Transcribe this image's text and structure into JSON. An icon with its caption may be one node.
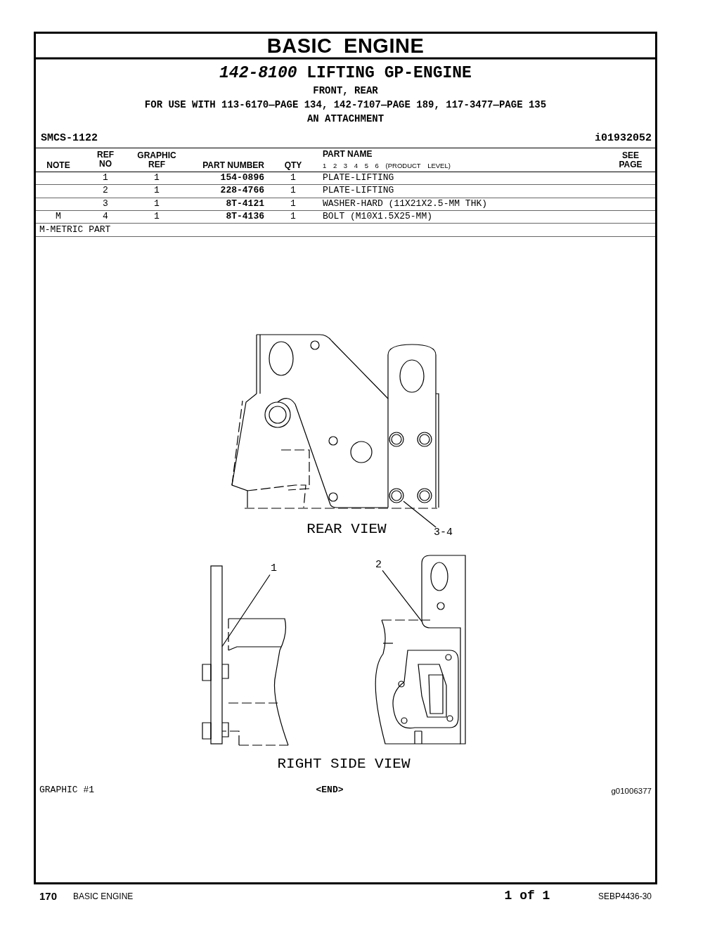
{
  "diagram": {
    "title": "BASIC ENGINE",
    "nodes": [
      {
        "text": [
          "3-4"
        ]
      },
      {
        "text": [],
        "shape": "picture"
      },
      {
        "text": [
          "1"
        ]
      },
      {
        "text": [],
        "shape": "bar"
      },
      {
        "text": [
          "2"
        ]
      },
      {
        "text": [],
        "shape": "picture"
      }
    ],
    "edges": [
      {
        "from": 0,
        "to": 1,
        "arrow": "none"
      },
      {
        "from": 2,
        "to": 3,
        "arrow": "none"
      },
      {
        "from": 4,
        "to": 5,
        "arrow": "none"
      }
    ],
    "labels": [
      "*142-8100* LIFTING GP-ENGINE",
      "FRONT, REAR",
      "FOR USE WITH 113-6170—PAGE 134, 142-7107—PAGE 189, 117-3477—PAGE 135",
      "AN ATTACHMENT",
      "SMCS-1122",
      "i01932052",
      "NOTE",
      "REF NO",
      "GRAPHIC REF",
      "PART NUMBER",
      "QTY",
      "PART NAME",
      "1 2 3 4 5 6 (PRODUCT LEVEL)",
      "SEE PAGE",
      "1",
      "1",
      "154-0896",
      "1",
      "PLATE-LIFTING",
      "2",
      "1",
      "228-4766",
      "1",
      "PLATE-LIFTING",
      "3",
      "1",
      "8T-4121",
      "1",
      "WASHER-HARD (11X21X2.5-MM THK)",
      "M",
      "4",
      "1",
      "8T-4136",
      "1",
      "BOLT (M10X1.5X25-MM)",
      "M-METRIC PART",
      "REAR VIEW",
      "RIGHT SIDE VIEW",
      "GRAPHIC #1",
      "<END>",
      "g01006377",
      "170",
      "BASIC ENGINE",
      "1 of 1",
      "SEBP4436-30"
    ]
  }
}
